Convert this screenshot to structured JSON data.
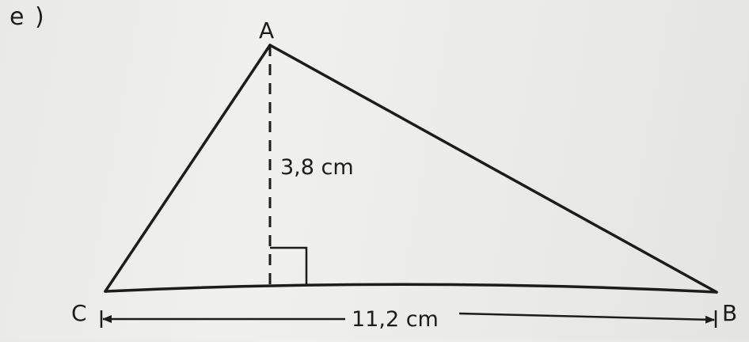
{
  "exercise": {
    "label": "e )"
  },
  "figure": {
    "vertices": {
      "a": "A",
      "b": "B",
      "c": "C"
    },
    "height_label": "3,8 cm",
    "base_label": "11,2 cm",
    "right_angle_marker": true
  },
  "colors": {
    "ink": "#1c1c1c",
    "paper": "#ececea"
  }
}
